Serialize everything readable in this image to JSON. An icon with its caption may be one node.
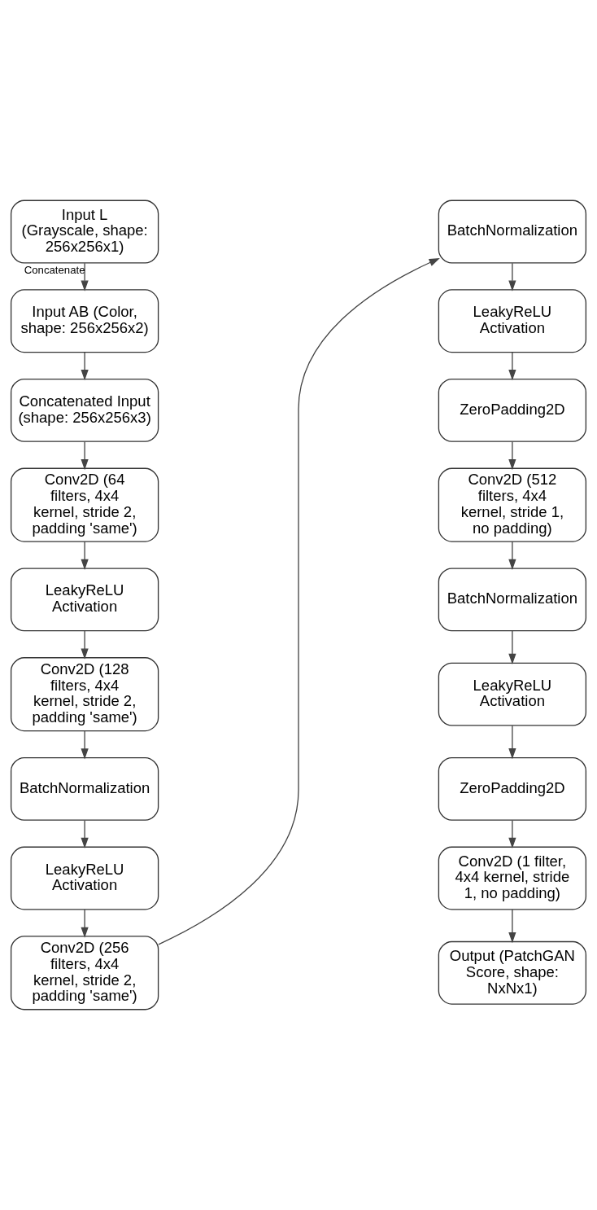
{
  "diagram": {
    "nodes": [
      {
        "text": [
          "Input L (Grayscale, shape: 256x256x1)"
        ]
      },
      {
        "text": [
          "Input AB (Color, shape: 256x256x2)"
        ]
      },
      {
        "text": [
          "Concatenated Input (shape: 256x256x3)"
        ]
      },
      {
        "text": [
          "Conv2D (64 filters, 4x4 kernel, stride 2, padding 'same')"
        ]
      },
      {
        "text": [
          "LeakyReLU Activation"
        ]
      },
      {
        "text": [
          "Conv2D (128 filters, 4x4 kernel, stride 2, padding 'same')"
        ]
      },
      {
        "text": [
          "BatchNormalization"
        ]
      },
      {
        "text": [
          "LeakyReLU Activation"
        ]
      },
      {
        "text": [
          "Conv2D (256 filters, 4x4 kernel, stride 2, padding 'same')"
        ]
      },
      {
        "text": [
          "BatchNormalization"
        ]
      },
      {
        "text": [
          "LeakyReLU Activation"
        ]
      },
      {
        "text": [
          "ZeroPadding2D"
        ]
      },
      {
        "text": [
          "Conv2D (512 filters, 4x4 kernel, stride 1, no padding)"
        ]
      },
      {
        "text": [
          "BatchNormalization"
        ]
      },
      {
        "text": [
          "LeakyReLU Activation"
        ]
      },
      {
        "text": [
          "ZeroPadding2D"
        ]
      },
      {
        "text": [
          "Conv2D (1 filter, 4x4 kernel, stride 1, no padding)"
        ]
      },
      {
        "text": [
          "Output (PatchGAN Score, shape: NxNx1)"
        ]
      }
    ],
    "edges": [
      {
        "from": 0,
        "to": 1,
        "arrow": "to",
        "label": "Concatenate"
      },
      {
        "from": 1,
        "to": 2,
        "arrow": "to"
      },
      {
        "from": 2,
        "to": 3,
        "arrow": "to"
      },
      {
        "from": 3,
        "to": 4,
        "arrow": "to"
      },
      {
        "from": 4,
        "to": 5,
        "arrow": "to"
      },
      {
        "from": 5,
        "to": 6,
        "arrow": "to"
      },
      {
        "from": 6,
        "to": 7,
        "arrow": "to"
      },
      {
        "from": 7,
        "to": 8,
        "arrow": "to"
      },
      {
        "from": 8,
        "to": 9,
        "arrow": "to"
      },
      {
        "from": 9,
        "to": 10,
        "arrow": "to"
      },
      {
        "from": 10,
        "to": 11,
        "arrow": "to"
      },
      {
        "from": 11,
        "to": 12,
        "arrow": "to"
      },
      {
        "from": 12,
        "to": 13,
        "arrow": "to"
      },
      {
        "from": 13,
        "to": 14,
        "arrow": "to"
      },
      {
        "from": 14,
        "to": 15,
        "arrow": "to"
      },
      {
        "from": 15,
        "to": 16,
        "arrow": "to"
      },
      {
        "from": 16,
        "to": 17,
        "arrow": "to"
      }
    ]
  }
}
